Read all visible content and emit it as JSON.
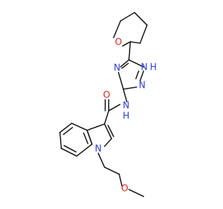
{
  "molecule": {
    "colors": {
      "bond": "#1a1a1a",
      "N": "#2b3bd6",
      "O": "#e0201b",
      "C": "#1a1a1a"
    },
    "atoms": [
      {
        "id": "o_thf",
        "label": "O",
        "el": "O"
      },
      {
        "id": "n_t1",
        "label": "N",
        "el": "N"
      },
      {
        "id": "nh_t",
        "label": "H",
        "el": "N"
      },
      {
        "id": "n_t2",
        "label": "N",
        "el": "N"
      },
      {
        "id": "n_t3",
        "label": "N",
        "el": "N"
      },
      {
        "id": "o_co",
        "label": "O",
        "el": "O"
      },
      {
        "id": "nh_am",
        "label": "N",
        "el": "N"
      },
      {
        "id": "n_ind",
        "label": "N",
        "el": "N"
      },
      {
        "id": "o_me",
        "label": "O",
        "el": "O"
      }
    ],
    "texts": {
      "nh_t_n": "N",
      "nh_t_h": "H",
      "nh_am_h": "H"
    }
  }
}
